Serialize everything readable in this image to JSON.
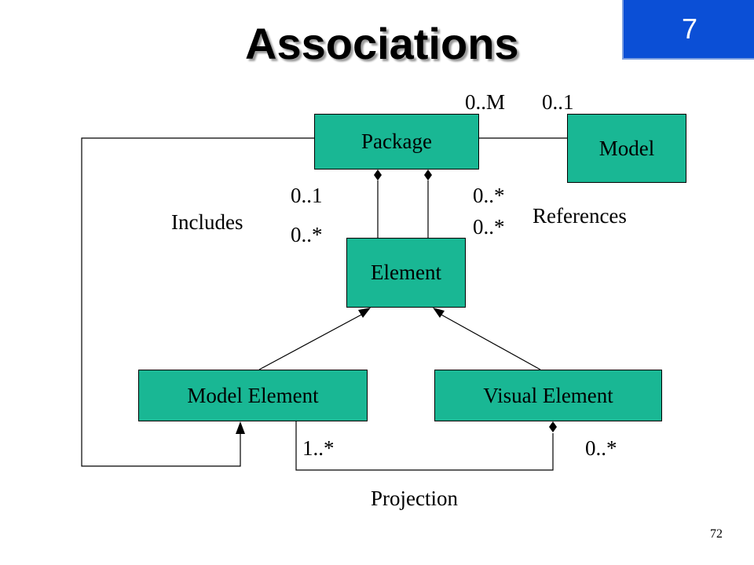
{
  "slide": {
    "title": "Associations",
    "badge": "7",
    "page_number": "72"
  },
  "diagram": {
    "boxes": {
      "package": "Package",
      "model": "Model",
      "element": "Element",
      "model_element": "Model Element",
      "visual_element": "Visual Element"
    },
    "labels": {
      "pkg_model_left_mult": "0..M",
      "pkg_model_right_mult": "0..1",
      "includes_top_mult": "0..1",
      "includes_bottom_mult": "0..*",
      "includes": "Includes",
      "references_top_mult": "0..*",
      "references_bottom_mult": "0..*",
      "references": "References",
      "projection_left_mult": "1..*",
      "projection_right_mult": "0..*",
      "projection": "Projection"
    }
  },
  "colors": {
    "box_fill": "#19b794",
    "badge_fill": "#0b4fd6"
  }
}
